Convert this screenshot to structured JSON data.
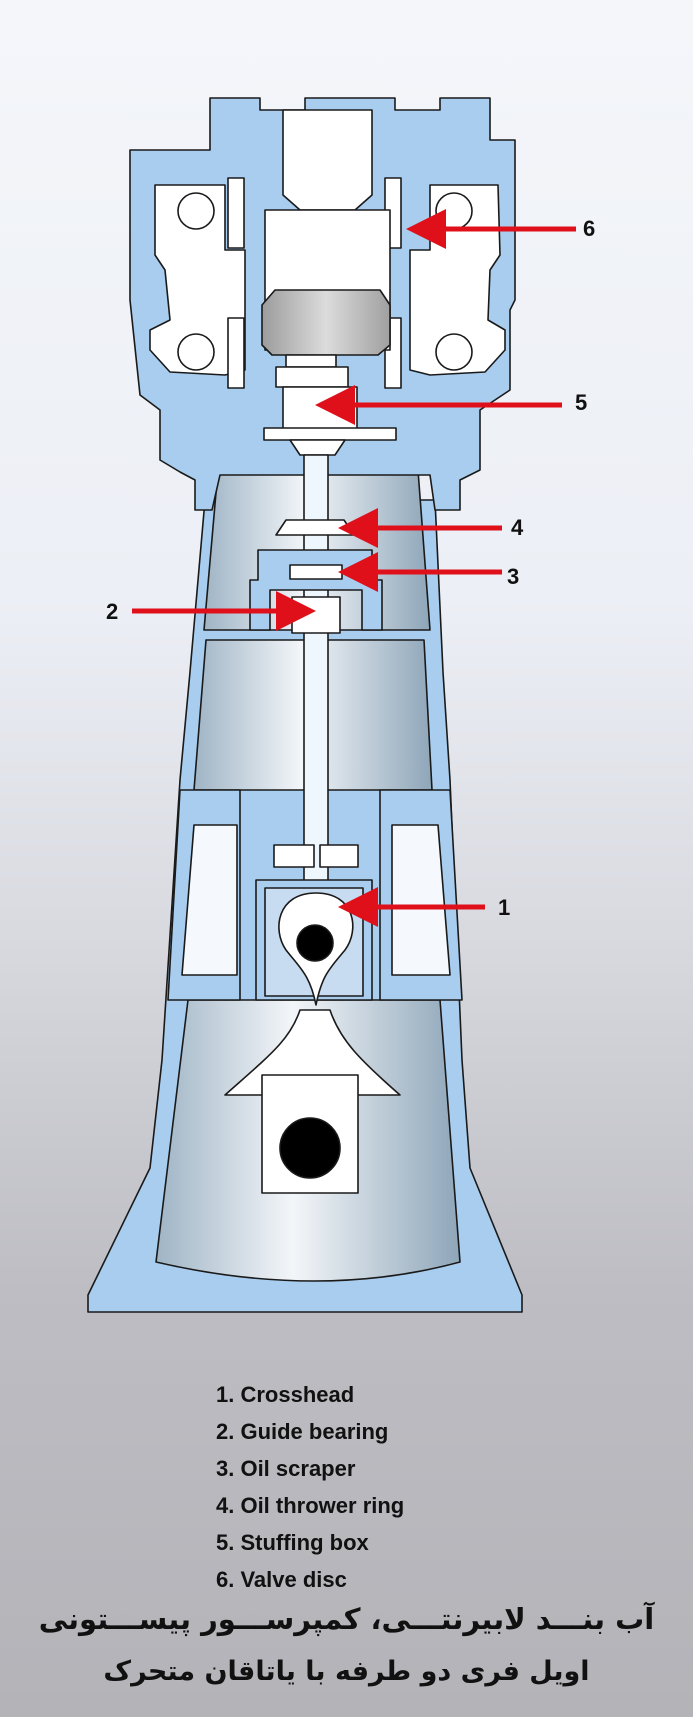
{
  "callouts": [
    {
      "number": "1"
    },
    {
      "number": "2"
    },
    {
      "number": "3"
    },
    {
      "number": "4"
    },
    {
      "number": "5"
    },
    {
      "number": "6"
    }
  ],
  "legend": [
    "1. Crosshead",
    "2. Guide bearing",
    "3. Oil scraper",
    "4. Oil thrower ring",
    "5. Stuffing box",
    "6. Valve disc"
  ],
  "caption": {
    "line1": "آب بنـــد لابیرنتـــی، کمپرســـور پیســـتونی",
    "line2": "اویل فری دو طرفه با یاتاقان متحرک"
  },
  "colors": {
    "housing": "#a9cdee",
    "cylinder_light": "#eef3f7",
    "cylinder_dark": "#9db1c2",
    "arrow": "#e0101a",
    "outline": "#1a1a1a"
  }
}
